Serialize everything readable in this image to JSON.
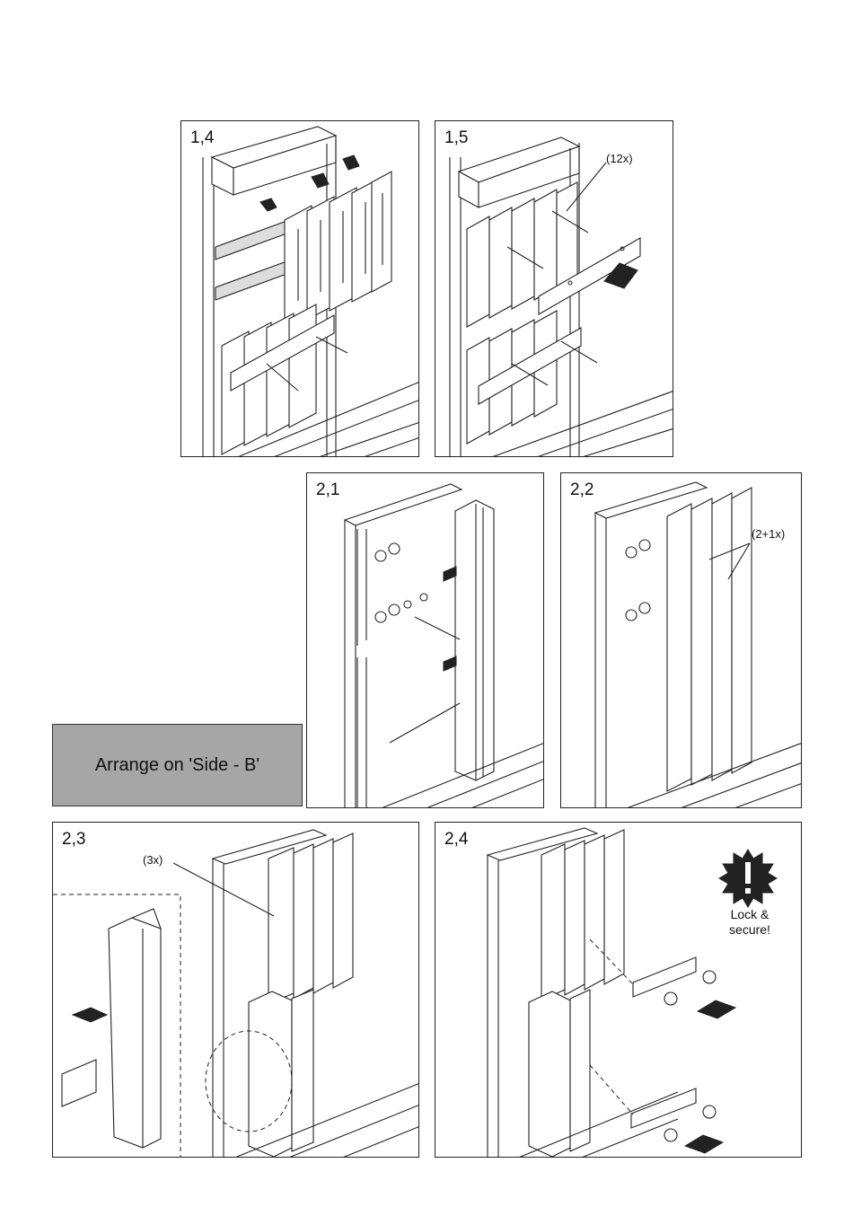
{
  "panels": [
    {
      "id": "1-4",
      "label": "1,4"
    },
    {
      "id": "1-5",
      "label": "1,5",
      "callout": "(12x)"
    },
    {
      "id": "2-1",
      "label": "2,1"
    },
    {
      "id": "2-2",
      "label": "2,2",
      "callout": "(2+1x)"
    },
    {
      "id": "2-3",
      "label": "2,3",
      "callout": "(3x)"
    },
    {
      "id": "2-4",
      "label": "2,4",
      "warning_line1": "Lock &",
      "warning_line2": "secure!"
    }
  ],
  "note": {
    "text": "Arrange on 'Side - B'"
  },
  "icons": {
    "warning": "exclamation-starburst-icon",
    "arrow": "push-arrow-icon"
  }
}
